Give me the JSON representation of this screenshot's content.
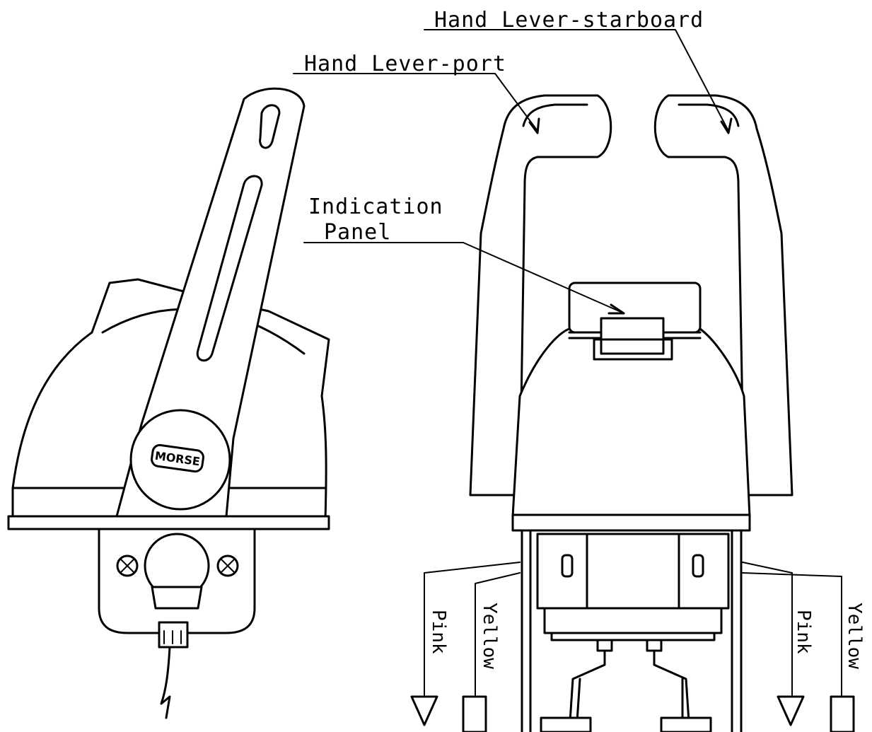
{
  "callouts": {
    "hand_lever_starboard": "Hand Lever-starboard",
    "hand_lever_port": "Hand Lever-port",
    "indication_panel_line1": "Indication",
    "indication_panel_line2": "Panel"
  },
  "wires": {
    "port_pink": "Pink",
    "port_yellow": "Yellow",
    "stbd_pink": "Pink",
    "stbd_yellow": "Yellow"
  },
  "logo_text": "MORSE"
}
